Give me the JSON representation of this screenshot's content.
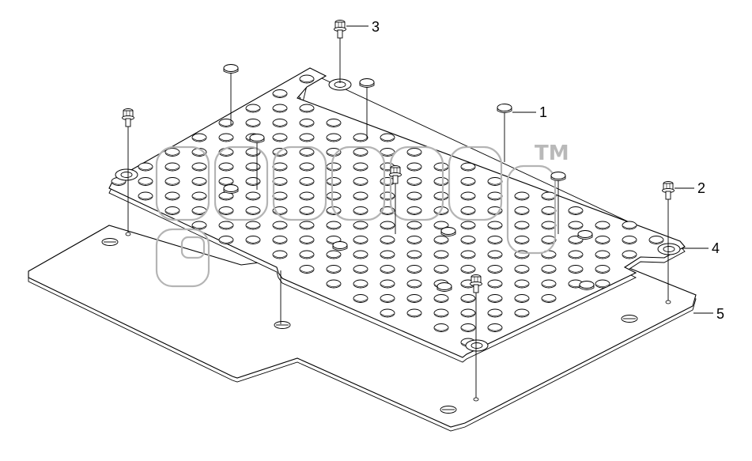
{
  "diagram": {
    "watermark_mark": "TM",
    "callouts": [
      {
        "id": "1",
        "label": "1"
      },
      {
        "id": "2",
        "label": "2"
      },
      {
        "id": "3",
        "label": "3"
      },
      {
        "id": "4",
        "label": "4"
      },
      {
        "id": "5",
        "label": "5"
      }
    ]
  }
}
